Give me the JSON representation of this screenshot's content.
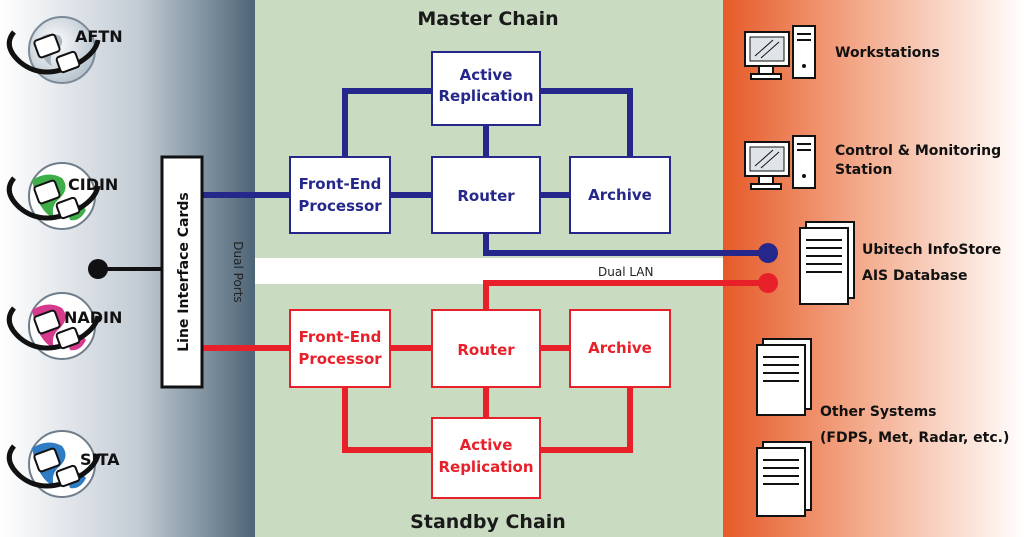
{
  "master": {
    "title": "Master Chain",
    "active_replication": [
      "Active",
      "Replication"
    ],
    "front_end": [
      "Front-End",
      "Processor"
    ],
    "router": "Router",
    "archive": "Archive"
  },
  "standby": {
    "title": "Standby Chain",
    "active_replication": [
      "Active",
      "Replication"
    ],
    "front_end": [
      "Front-End",
      "Processor"
    ],
    "router": "Router",
    "archive": "Archive"
  },
  "networks": [
    "AFTN",
    "CIDIN",
    "NADIN",
    "SITA"
  ],
  "line_interface": "Line Interface Cards",
  "dual_ports": "Dual Ports",
  "dual_lan": "Dual LAN",
  "right": {
    "workstations": "Workstations",
    "control": [
      "Control & Monitoring",
      "Station"
    ],
    "infostore": [
      "Ubitech InfoStore",
      "AIS Database"
    ],
    "other": [
      "Other Systems",
      "(FDPS, Met, Radar, etc.)"
    ]
  },
  "colors": {
    "master": "#25278a",
    "standby": "#e8202a",
    "center_bg": "#c9dcc2",
    "right_bg_end": "#e65a28"
  },
  "icons": {
    "network": "globe-plug-icon",
    "workstation": "workstation-icon",
    "server": "server-icon"
  }
}
